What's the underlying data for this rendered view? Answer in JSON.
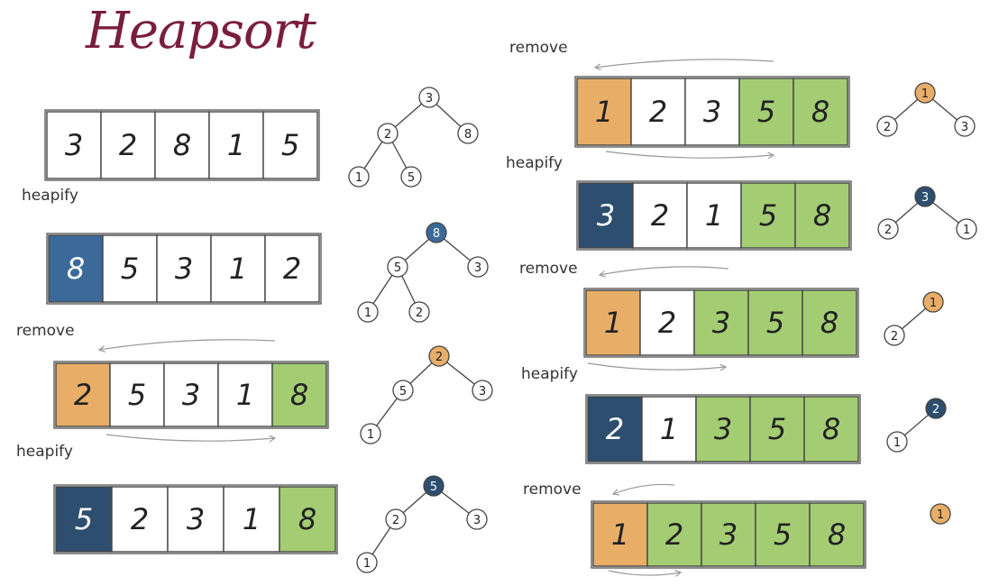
{
  "title": "Heapsort",
  "colors": {
    "max": "#3b6a99",
    "max_dark": "#2d4e6e",
    "removed": "#e8ae68",
    "sorted": "#a4cd73",
    "line": "#444444",
    "title": "#7a1e3e"
  },
  "steps": [
    {
      "label": "",
      "cells": [
        {
          "v": "3",
          "s": "n"
        },
        {
          "v": "2",
          "s": "n"
        },
        {
          "v": "8",
          "s": "n"
        },
        {
          "v": "1",
          "s": "n"
        },
        {
          "v": "5",
          "s": "n"
        }
      ],
      "tree": {
        "nodes": [
          {
            "v": "3",
            "s": "n"
          },
          {
            "v": "2",
            "s": "n"
          },
          {
            "v": "8",
            "s": "n"
          },
          {
            "v": "1",
            "s": "n"
          },
          {
            "v": "5",
            "s": "n"
          }
        ],
        "edges": [
          [
            0,
            1
          ],
          [
            0,
            2
          ],
          [
            1,
            3
          ],
          [
            1,
            4
          ]
        ]
      }
    },
    {
      "label": "heapify",
      "cells": [
        {
          "v": "8",
          "s": "max"
        },
        {
          "v": "5",
          "s": "n"
        },
        {
          "v": "3",
          "s": "n"
        },
        {
          "v": "1",
          "s": "n"
        },
        {
          "v": "2",
          "s": "n"
        }
      ],
      "tree": {
        "nodes": [
          {
            "v": "8",
            "s": "max"
          },
          {
            "v": "5",
            "s": "n"
          },
          {
            "v": "3",
            "s": "n"
          },
          {
            "v": "1",
            "s": "n"
          },
          {
            "v": "2",
            "s": "n"
          }
        ],
        "edges": [
          [
            0,
            1
          ],
          [
            0,
            2
          ],
          [
            1,
            3
          ],
          [
            1,
            4
          ]
        ]
      }
    },
    {
      "label": "remove",
      "cells": [
        {
          "v": "2",
          "s": "removed"
        },
        {
          "v": "5",
          "s": "n"
        },
        {
          "v": "3",
          "s": "n"
        },
        {
          "v": "1",
          "s": "n"
        },
        {
          "v": "8",
          "s": "sorted"
        }
      ],
      "tree": {
        "nodes": [
          {
            "v": "2",
            "s": "removed"
          },
          {
            "v": "5",
            "s": "n"
          },
          {
            "v": "3",
            "s": "n"
          },
          {
            "v": "1",
            "s": "n"
          }
        ],
        "edges": [
          [
            0,
            1
          ],
          [
            0,
            2
          ],
          [
            1,
            3
          ]
        ]
      }
    },
    {
      "label": "heapify",
      "cells": [
        {
          "v": "5",
          "s": "max_dark"
        },
        {
          "v": "2",
          "s": "n"
        },
        {
          "v": "3",
          "s": "n"
        },
        {
          "v": "1",
          "s": "n"
        },
        {
          "v": "8",
          "s": "sorted"
        }
      ],
      "tree": {
        "nodes": [
          {
            "v": "5",
            "s": "max_dark"
          },
          {
            "v": "2",
            "s": "n"
          },
          {
            "v": "3",
            "s": "n"
          },
          {
            "v": "1",
            "s": "n"
          }
        ],
        "edges": [
          [
            0,
            1
          ],
          [
            0,
            2
          ],
          [
            1,
            3
          ]
        ]
      }
    },
    {
      "label": "remove",
      "cells": [
        {
          "v": "1",
          "s": "removed"
        },
        {
          "v": "2",
          "s": "n"
        },
        {
          "v": "3",
          "s": "n"
        },
        {
          "v": "5",
          "s": "sorted"
        },
        {
          "v": "8",
          "s": "sorted"
        }
      ],
      "tree": {
        "nodes": [
          {
            "v": "1",
            "s": "removed"
          },
          {
            "v": "2",
            "s": "n"
          },
          {
            "v": "3",
            "s": "n"
          }
        ],
        "edges": [
          [
            0,
            1
          ],
          [
            0,
            2
          ]
        ]
      }
    },
    {
      "label": "heapify",
      "cells": [
        {
          "v": "3",
          "s": "max_dark"
        },
        {
          "v": "2",
          "s": "n"
        },
        {
          "v": "1",
          "s": "n"
        },
        {
          "v": "5",
          "s": "sorted"
        },
        {
          "v": "8",
          "s": "sorted"
        }
      ],
      "tree": {
        "nodes": [
          {
            "v": "3",
            "s": "max_dark"
          },
          {
            "v": "2",
            "s": "n"
          },
          {
            "v": "1",
            "s": "n"
          }
        ],
        "edges": [
          [
            0,
            1
          ],
          [
            0,
            2
          ]
        ]
      }
    },
    {
      "label": "remove",
      "cells": [
        {
          "v": "1",
          "s": "removed"
        },
        {
          "v": "2",
          "s": "n"
        },
        {
          "v": "3",
          "s": "sorted"
        },
        {
          "v": "5",
          "s": "sorted"
        },
        {
          "v": "8",
          "s": "sorted"
        }
      ],
      "tree": {
        "nodes": [
          {
            "v": "1",
            "s": "removed"
          },
          {
            "v": "2",
            "s": "n"
          }
        ],
        "edges": [
          [
            0,
            1
          ]
        ]
      }
    },
    {
      "label": "heapify",
      "cells": [
        {
          "v": "2",
          "s": "max_dark"
        },
        {
          "v": "1",
          "s": "n"
        },
        {
          "v": "3",
          "s": "sorted"
        },
        {
          "v": "5",
          "s": "sorted"
        },
        {
          "v": "8",
          "s": "sorted"
        }
      ],
      "tree": {
        "nodes": [
          {
            "v": "2",
            "s": "max_dark"
          },
          {
            "v": "1",
            "s": "n"
          }
        ],
        "edges": [
          [
            0,
            1
          ]
        ]
      }
    },
    {
      "label": "remove",
      "cells": [
        {
          "v": "1",
          "s": "removed"
        },
        {
          "v": "2",
          "s": "sorted"
        },
        {
          "v": "3",
          "s": "sorted"
        },
        {
          "v": "5",
          "s": "sorted"
        },
        {
          "v": "8",
          "s": "sorted"
        }
      ],
      "tree": {
        "nodes": [
          {
            "v": "1",
            "s": "removed"
          }
        ],
        "edges": []
      }
    }
  ]
}
